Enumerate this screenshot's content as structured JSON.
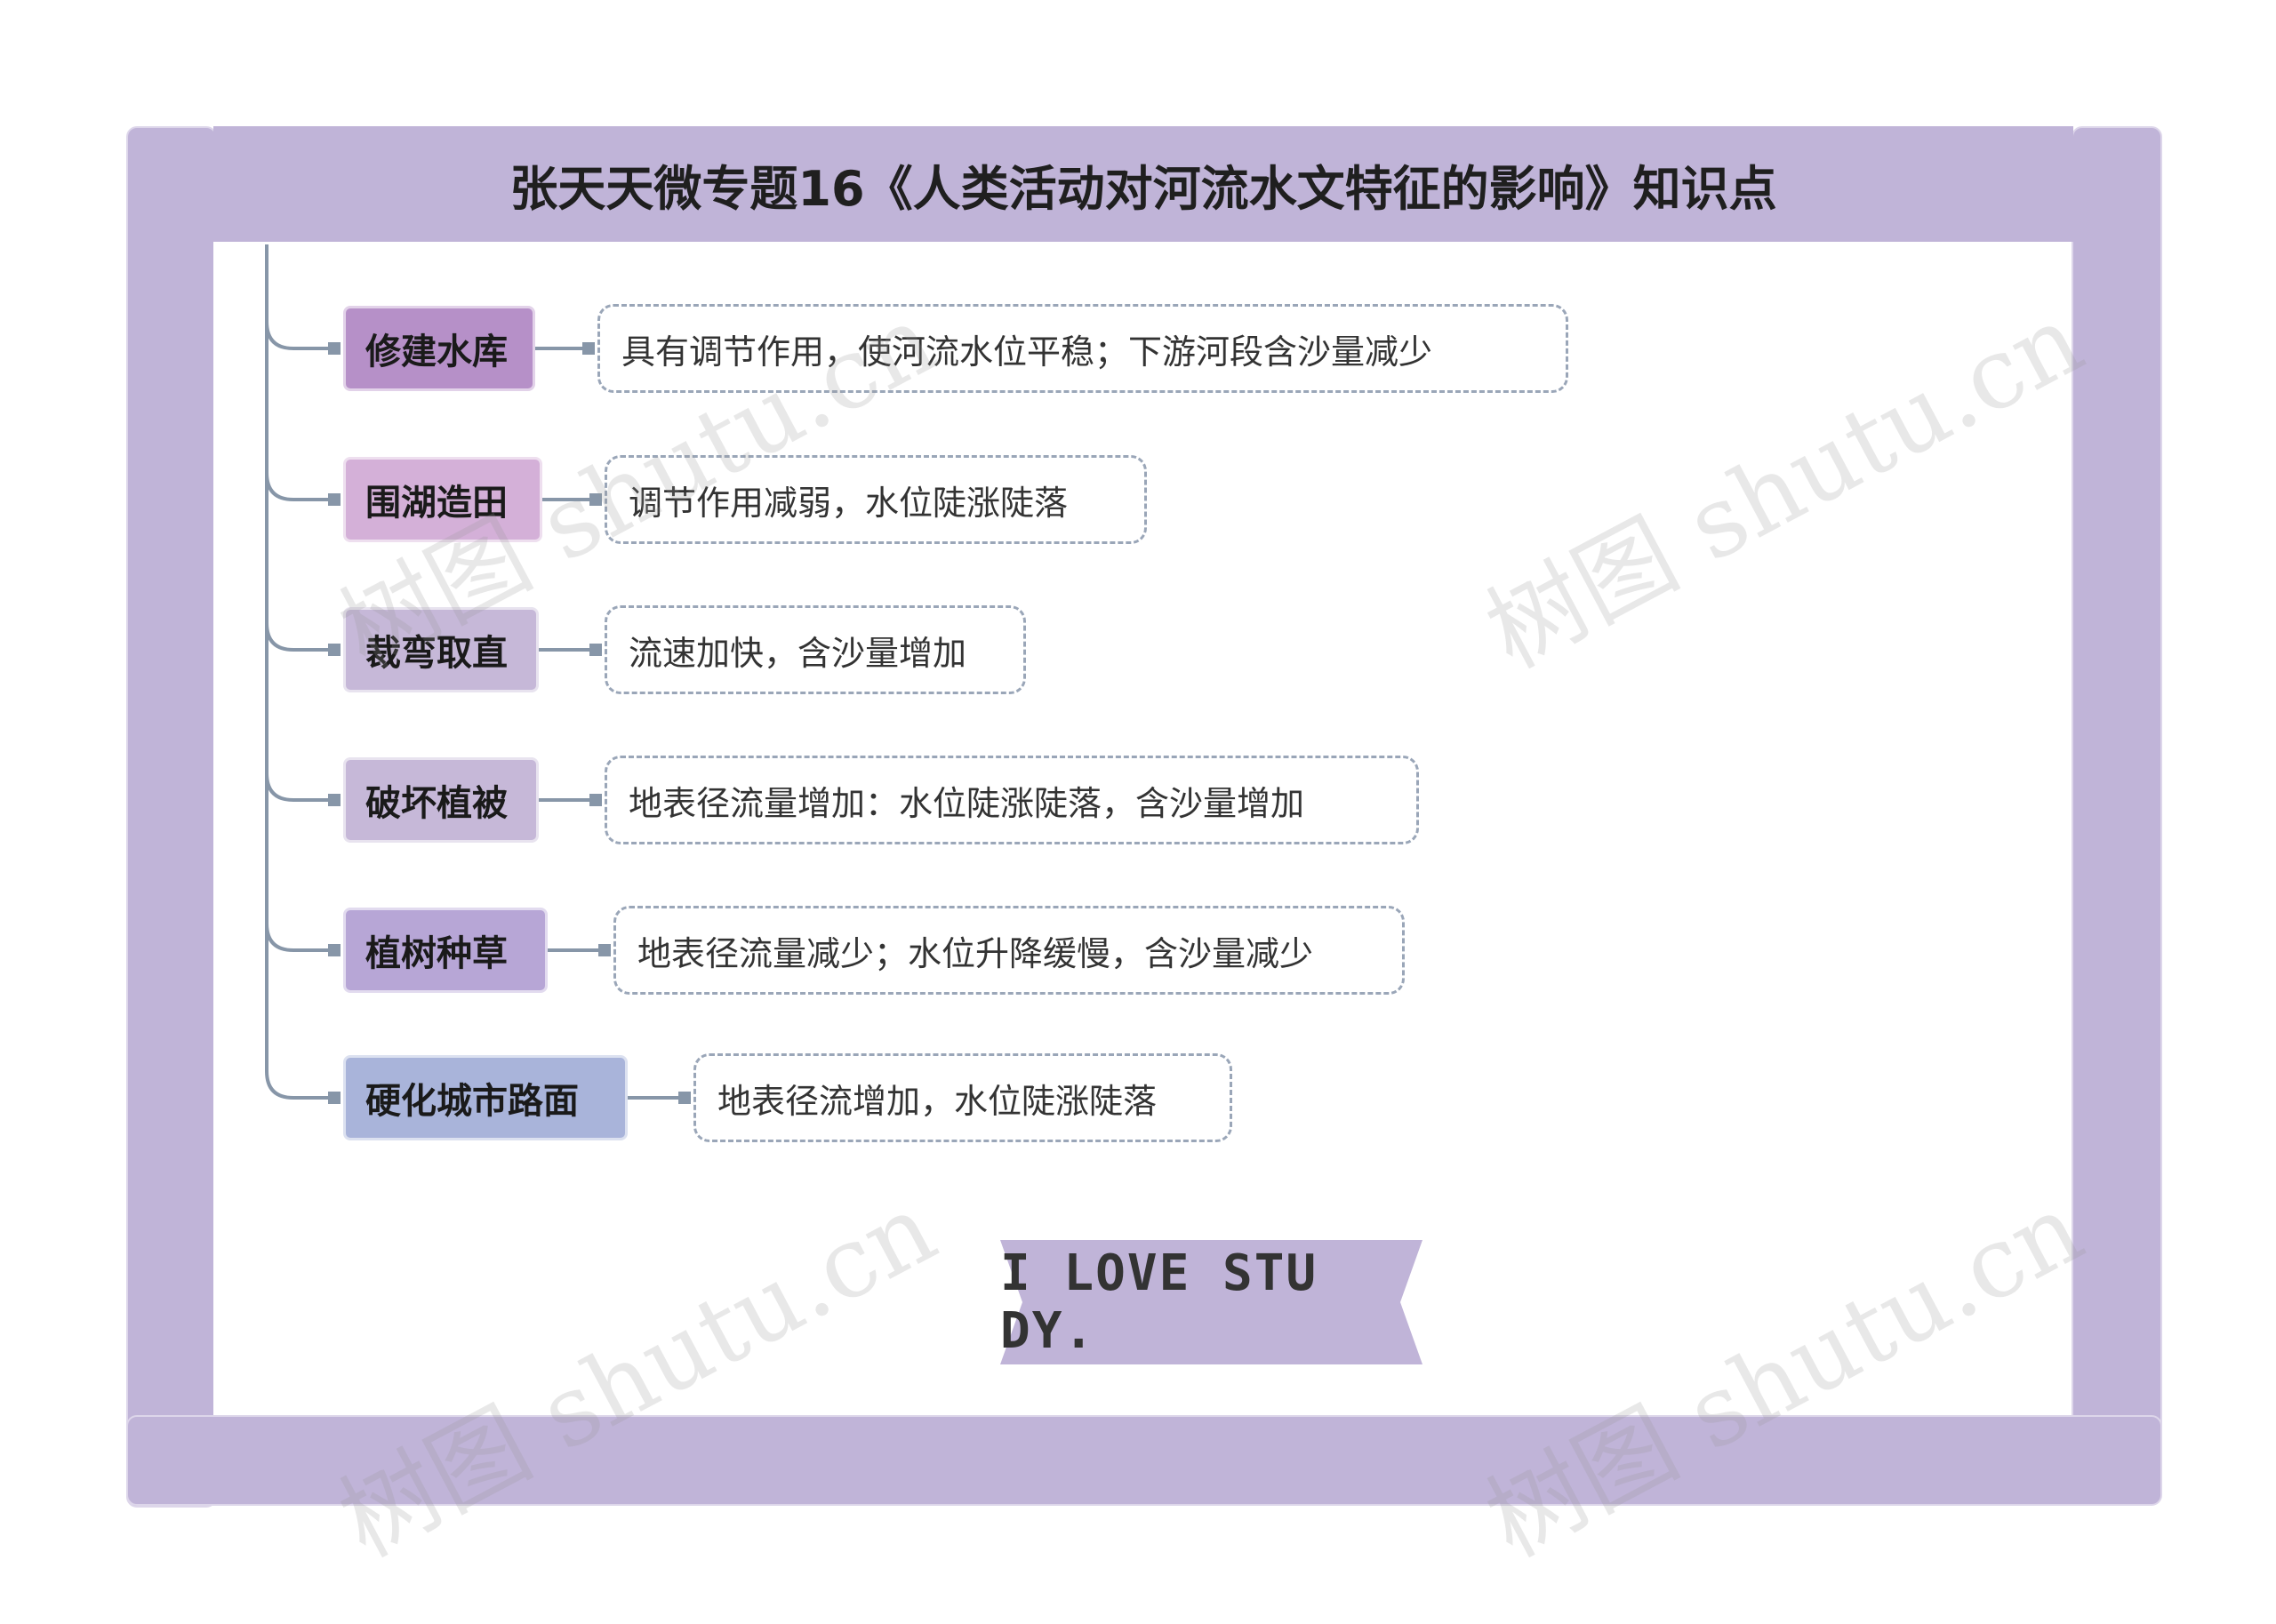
{
  "title": "张天天微专题16《人类活动对河流水文特征的影响》知识点",
  "branches": [
    {
      "label": "修建水库",
      "color": "#b690c8",
      "detail": "具有调节作用，使河流水位平稳；下游河段含沙量减少"
    },
    {
      "label": "围湖造田",
      "color": "#d4b0d8",
      "detail": "调节作用减弱，水位陡涨陡落"
    },
    {
      "label": "裁弯取直",
      "color": "#c6b8d8",
      "detail": "流速加快，含沙量增加"
    },
    {
      "label": "破坏植被",
      "color": "#c6b8d8",
      "detail": "地表径流量增加：水位陡涨陡落，含沙量增加"
    },
    {
      "label": "植树种草",
      "color": "#b7a6d6",
      "detail": "地表径流量减少；水位升降缓慢，含沙量减少"
    },
    {
      "label": "硬化城市路面",
      "color": "#a9b4da",
      "detail": "地表径流增加，水位陡涨陡落"
    }
  ],
  "banner": {
    "text": "I LOVE STU DY."
  },
  "watermarks": [
    "树图 shutu.cn",
    "树图 shutu.cn",
    "树图 shutu.cn",
    "树图 shutu.cn"
  ],
  "colors": {
    "frame": "#c0b4d8",
    "connector": "#8796a8",
    "leaf_border": "#9aa6b8"
  }
}
